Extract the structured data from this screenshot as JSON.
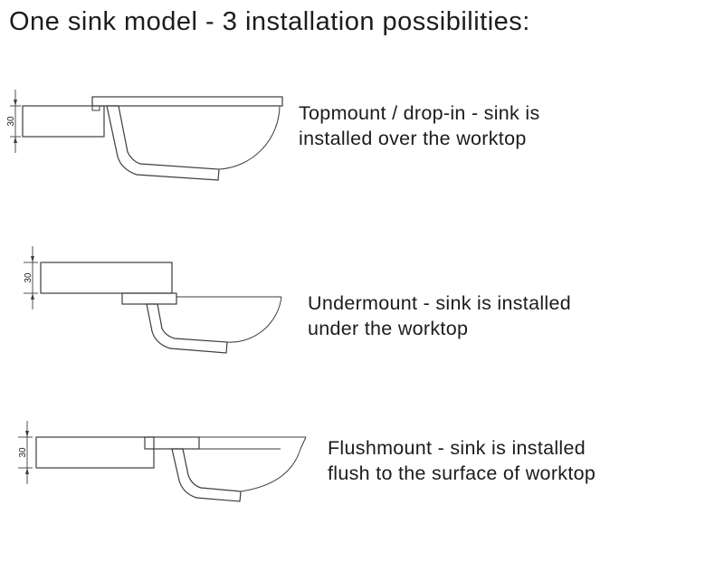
{
  "title": "One sink model - 3 installation possibilities:",
  "dimension": "30",
  "rows": [
    {
      "id": "topmount",
      "line1": "Topmount / drop-in - sink is",
      "line2": "installed over the worktop"
    },
    {
      "id": "undermount",
      "line1": "Undermount - sink is installed",
      "line2": "under the worktop"
    },
    {
      "id": "flushmount",
      "line1": "Flushmount - sink is installed",
      "line2": "flush to the surface of worktop"
    }
  ],
  "colors": {
    "text": "#1c1c1c",
    "line": "#3d3d3d",
    "hatch": "#6f6f6f",
    "background": "#ffffff"
  }
}
